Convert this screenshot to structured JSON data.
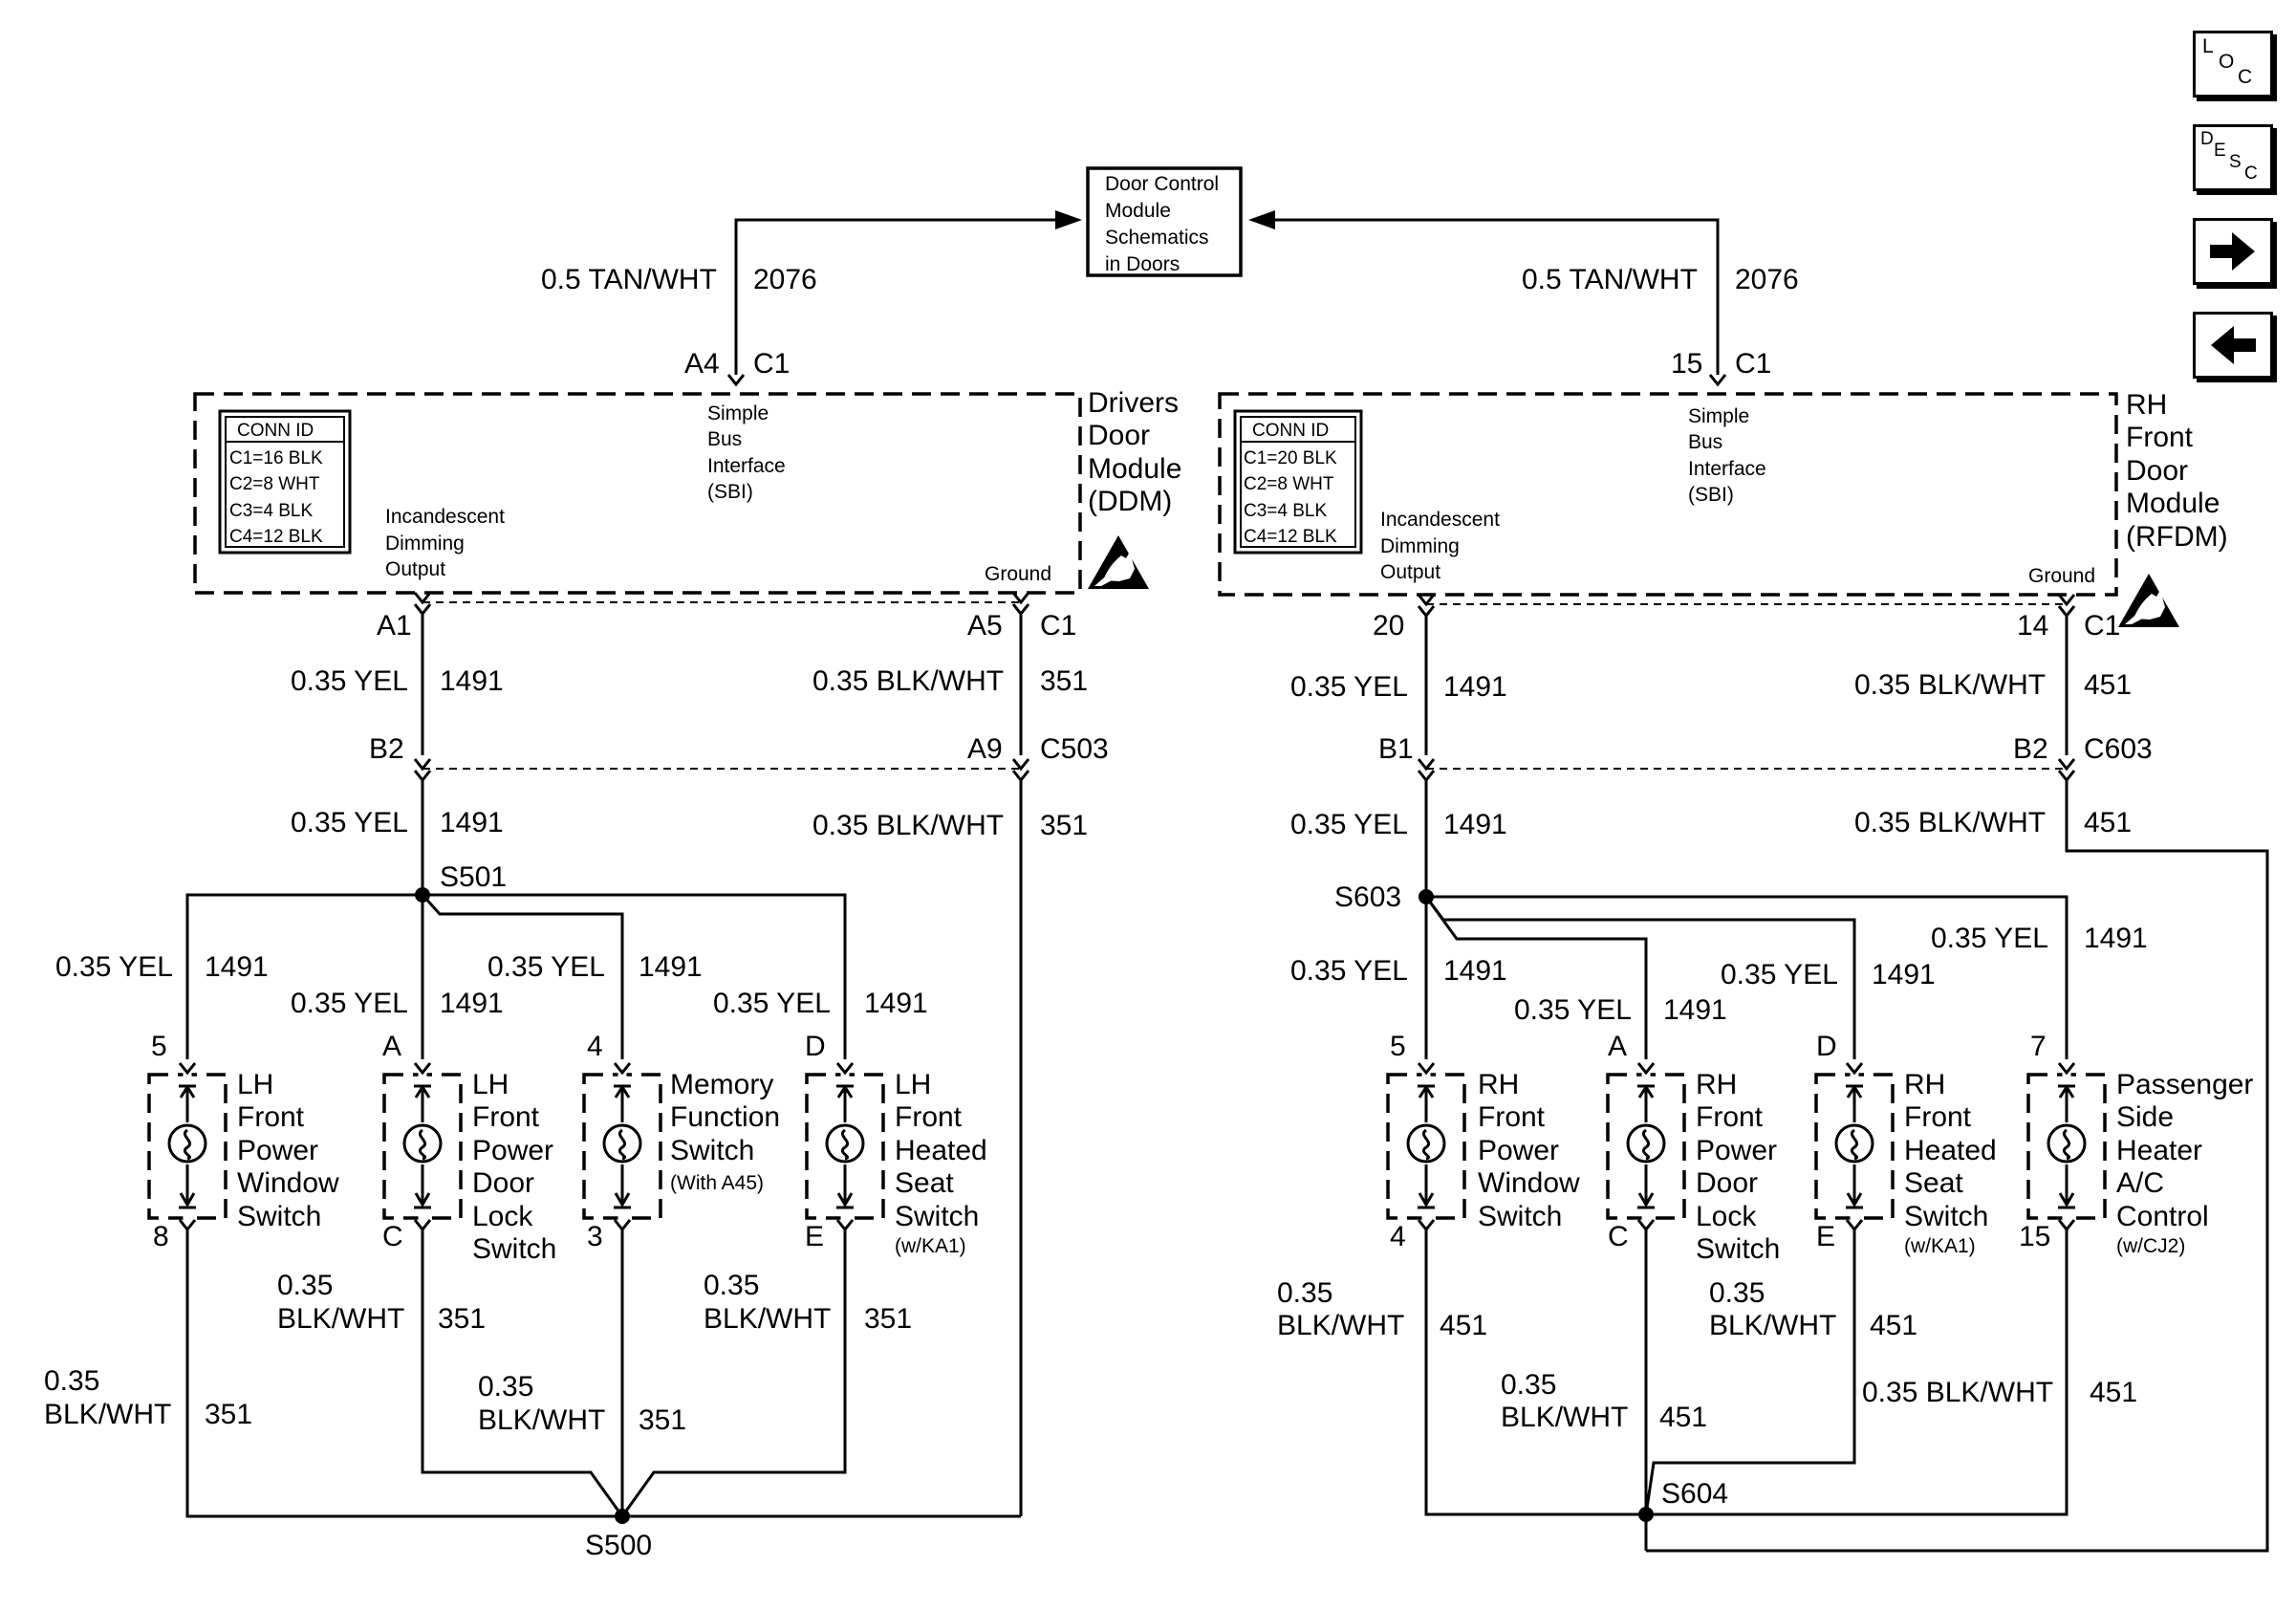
{
  "nav": {
    "loc": [
      "L",
      "O",
      "C"
    ],
    "desc": [
      "D",
      "E",
      "S",
      "C"
    ],
    "forward_icon": "right-arrow-icon",
    "back_icon": "left-arrow-icon"
  },
  "dcm": {
    "lines": [
      "Door Control",
      "Module",
      "Schematics",
      "in Doors"
    ]
  },
  "ddm": {
    "wire_top": {
      "gauge": "0.5 TAN/WHT",
      "circuit": "2076",
      "pin": "A4",
      "conn": "C1"
    },
    "sbi": [
      "Simple",
      "Bus",
      "Interface",
      "(SBI)"
    ],
    "conn_id": {
      "title": "CONN ID",
      "rows": [
        "C1=16 BLK",
        "C2=8 WHT",
        "C3=4 BLK",
        "C4=12 BLK"
      ]
    },
    "dimming": [
      "Incandescent",
      "Dimming",
      "Output"
    ],
    "ground": "Ground",
    "name": [
      "Drivers",
      "Door",
      "Module",
      "(DDM)"
    ],
    "a1": "A1",
    "a5": "A5",
    "c1": "C1",
    "yel1": "0.35 YEL",
    "c1491a": "1491",
    "blk1": "0.35 BLK/WHT",
    "c351a": "351",
    "b2": "B2",
    "a9": "A9",
    "c503": "C503",
    "yel2": "0.35 YEL",
    "c1491b": "1491",
    "blk2": "0.35 BLK/WHT",
    "c351b": "351",
    "s501": "S501",
    "s500": "S500",
    "switches": [
      {
        "wire": "0.35 YEL",
        "circuit": "1491",
        "pin_top": "5",
        "pin_bot": "8",
        "name": [
          "LH",
          "Front",
          "Power",
          "Window",
          "Switch"
        ],
        "note": "",
        "bot_gauge": "0.35",
        "bot_color": "BLK/WHT",
        "bot_circuit": "351"
      },
      {
        "wire": "0.35 YEL",
        "circuit": "1491",
        "pin_top": "A",
        "pin_bot": "C",
        "name": [
          "LH",
          "Front",
          "Power",
          "Door",
          "Lock",
          "Switch"
        ],
        "note": "",
        "bot_gauge": "0.35",
        "bot_color": "BLK/WHT",
        "bot_circuit": "351"
      },
      {
        "wire": "0.35 YEL",
        "circuit": "1491",
        "pin_top": "4",
        "pin_bot": "3",
        "name": [
          "Memory",
          "Function",
          "Switch"
        ],
        "note": "(With A45)",
        "bot_gauge": "0.35",
        "bot_color": "BLK/WHT",
        "bot_circuit": "351"
      },
      {
        "wire": "0.35 YEL",
        "circuit": "1491",
        "pin_top": "D",
        "pin_bot": "E",
        "name": [
          "LH",
          "Front",
          "Heated",
          "Seat",
          "Switch"
        ],
        "note": "(w/KA1)",
        "bot_gauge": "0.35",
        "bot_color": "BLK/WHT",
        "bot_circuit": "351"
      }
    ]
  },
  "rfdm": {
    "wire_top": {
      "gauge": "0.5 TAN/WHT",
      "circuit": "2076",
      "pin": "15",
      "conn": "C1"
    },
    "sbi": [
      "Simple",
      "Bus",
      "Interface",
      "(SBI)"
    ],
    "conn_id": {
      "title": "CONN ID",
      "rows": [
        "C1=20 BLK",
        "C2=8 WHT",
        "C3=4 BLK",
        "C4=12 BLK"
      ]
    },
    "dimming": [
      "Incandescent",
      "Dimming",
      "Output"
    ],
    "ground": "Ground",
    "name": [
      "RH",
      "Front",
      "Door",
      "Module",
      "(RFDM)"
    ],
    "p20": "20",
    "p14": "14",
    "c1": "C1",
    "yel1": "0.35 YEL",
    "c1491a": "1491",
    "blk1": "0.35 BLK/WHT",
    "c451a": "451",
    "b1": "B1",
    "b2": "B2",
    "c603": "C603",
    "yel2": "0.35 YEL",
    "c1491b": "1491",
    "blk2": "0.35 BLK/WHT",
    "c451b": "451",
    "s603": "S603",
    "s604": "S604",
    "switches": [
      {
        "wire": "0.35 YEL",
        "circuit": "1491",
        "pin_top": "5",
        "pin_bot": "4",
        "name": [
          "RH",
          "Front",
          "Power",
          "Window",
          "Switch"
        ],
        "note": "",
        "bot_gauge": "0.35",
        "bot_color": "BLK/WHT",
        "bot_circuit": "451"
      },
      {
        "wire": "0.35 YEL",
        "circuit": "1491",
        "pin_top": "A",
        "pin_bot": "C",
        "name": [
          "RH",
          "Front",
          "Power",
          "Door",
          "Lock",
          "Switch"
        ],
        "note": "",
        "bot_gauge": "0.35",
        "bot_color": "BLK/WHT",
        "bot_circuit": "451"
      },
      {
        "wire": "0.35 YEL",
        "circuit": "1491",
        "pin_top": "D",
        "pin_bot": "E",
        "name": [
          "RH",
          "Front",
          "Heated",
          "Seat",
          "Switch"
        ],
        "note": "(w/KA1)",
        "bot_gauge": "0.35",
        "bot_color": "BLK/WHT",
        "bot_circuit": "451"
      },
      {
        "wire": "0.35 YEL",
        "circuit": "1491",
        "pin_top": "7",
        "pin_bot": "15",
        "name": [
          "Passenger",
          "Side",
          "Heater",
          "A/C",
          "Control"
        ],
        "note": "(w/CJ2)",
        "bot_gauge": "0.35 BLK/WHT",
        "bot_color": "",
        "bot_circuit": "451"
      }
    ]
  }
}
